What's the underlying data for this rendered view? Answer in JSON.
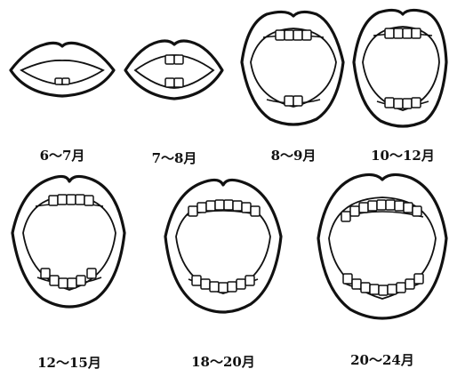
{
  "stages": [
    {
      "label": "6～7月"
    },
    {
      "label": "7～8月"
    },
    {
      "label": "8～9月"
    },
    {
      "label": "10～12月"
    },
    {
      "label": "12～15月"
    },
    {
      "label": "18～20月"
    },
    {
      "label": "20～24月"
    }
  ]
}
